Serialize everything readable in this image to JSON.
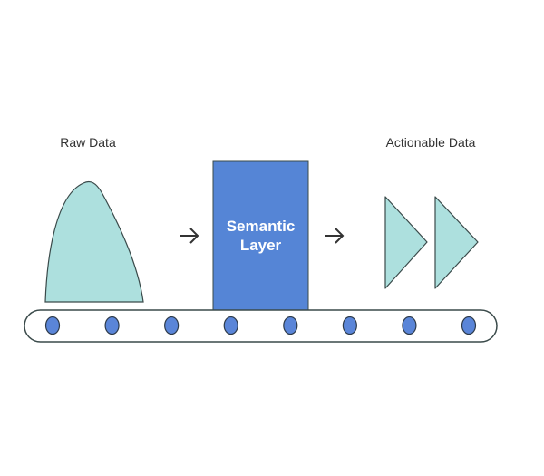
{
  "labels": {
    "raw_data": "Raw Data",
    "actionable_data": "Actionable Data"
  },
  "semantic_layer": {
    "line1": "Semantic",
    "line2": "Layer"
  },
  "colors": {
    "teal_fill": "#ade0de",
    "box_fill": "#5585d6",
    "roller_fill": "#5a85d8",
    "stroke": "#3a4a4a"
  },
  "belt": {
    "roller_count": 8
  }
}
